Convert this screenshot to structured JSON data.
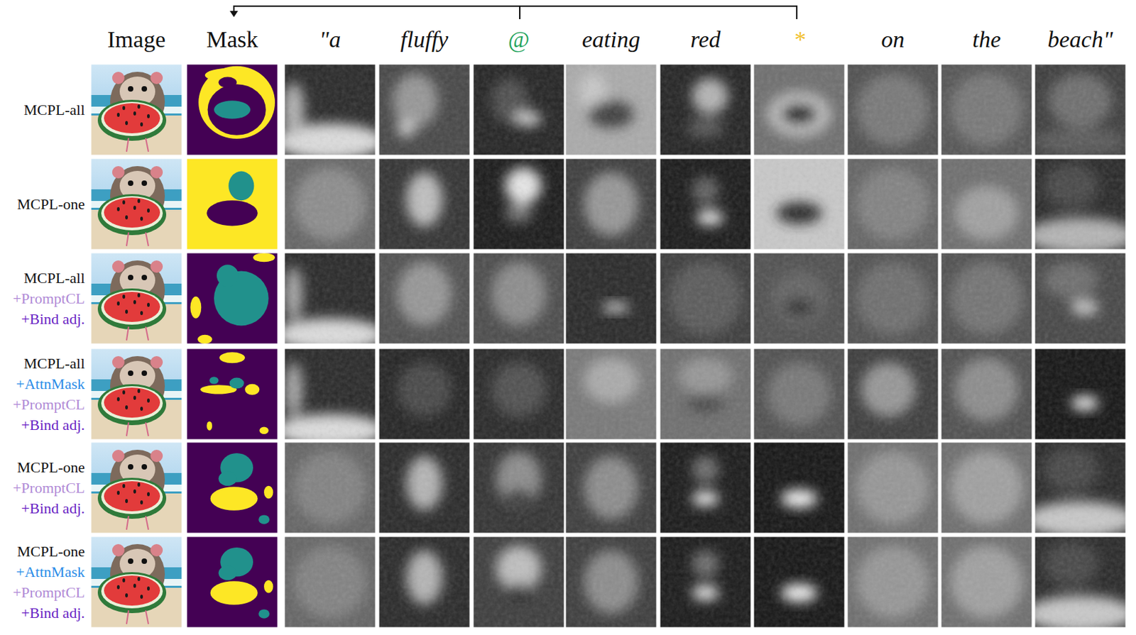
{
  "diagram": {
    "labels": [
      "Image",
      "Mask",
      "\"a",
      "fluffy",
      "@",
      "eating",
      "red",
      "*",
      "on",
      "the",
      "beach\"",
      "MCPL-all",
      "MCPL-one",
      "MCPL-all",
      "+PromptCL",
      "+Bind adj.",
      "MCPL-all",
      "+AttnMask",
      "+PromptCL",
      "+Bind adj.",
      "MCPL-one",
      "+PromptCL",
      "+Bind adj.",
      "MCPL-one",
      "+AttnMask",
      "+PromptCL",
      "+Bind adj."
    ]
  }
}
